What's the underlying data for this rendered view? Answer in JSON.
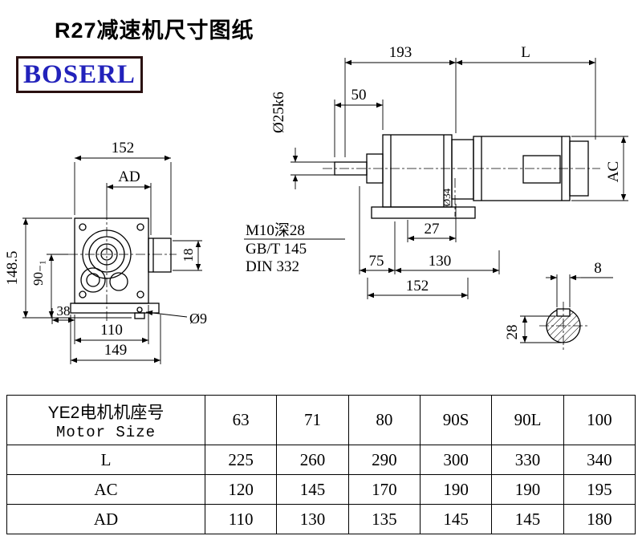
{
  "page": {
    "title": "R27减速机尺寸图纸",
    "logo_text": "BOSERL"
  },
  "colors": {
    "logo_text": "#2222bb",
    "logo_border": "#2a1010",
    "line": "#000000"
  },
  "side_view": {
    "dim_top_left": "193",
    "dim_top_right": "L",
    "dim_shaft_length": "50",
    "dim_shaft_dia": "Ø25k6",
    "dim_motor_dia": "AC",
    "dim_flange_dia": "Ø34",
    "dim_27": "27",
    "dim_75": "75",
    "dim_130": "130",
    "dim_152": "152",
    "note_tap": "M10深28",
    "note_gb": "GB/T 145",
    "note_din": "DIN 332"
  },
  "front_view": {
    "dim_width": "152",
    "dim_ad": "AD",
    "dim_height": "148.5",
    "dim_center_height": "90₋₁",
    "dim_18": "18",
    "dim_38": "38",
    "dim_110": "110",
    "dim_149": "149",
    "dim_hole": "Ø9"
  },
  "shaft_section": {
    "dim_key_width": "8",
    "dim_key_height": "28"
  },
  "table": {
    "header_line1": "YE2电机机座号",
    "header_line2": "Motor Size",
    "sizes": [
      "63",
      "71",
      "80",
      "90S",
      "90L",
      "100"
    ],
    "rows": [
      {
        "label": "L",
        "values": [
          "225",
          "260",
          "290",
          "300",
          "330",
          "340"
        ]
      },
      {
        "label": "AC",
        "values": [
          "120",
          "145",
          "170",
          "190",
          "190",
          "195"
        ]
      },
      {
        "label": "AD",
        "values": [
          "110",
          "130",
          "135",
          "145",
          "145",
          "180"
        ]
      }
    ]
  }
}
